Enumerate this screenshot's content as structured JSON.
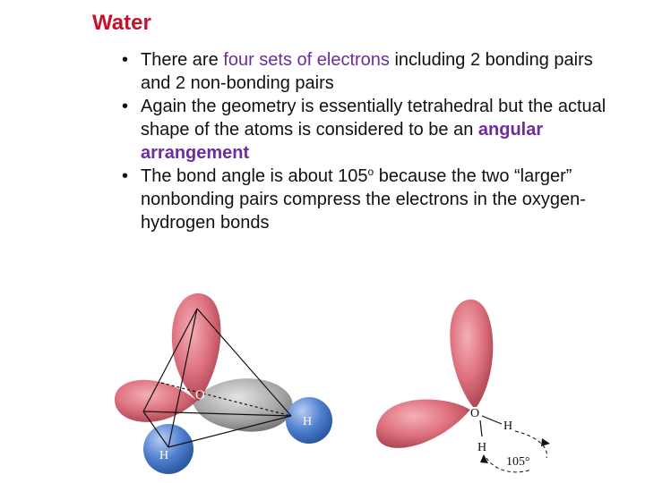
{
  "slide": {
    "title": "Water",
    "bullets": [
      {
        "marker": "•",
        "before": "There are ",
        "highlight": "four sets of electrons",
        "after": " including 2 bonding pairs and 2 non-bonding pairs"
      },
      {
        "marker": "•",
        "before": "Again the geometry is essentially tetrahedral but the actual shape of the atoms is considered to be an ",
        "highlight": "angular arrangement",
        "after": ""
      },
      {
        "marker": "•",
        "before": "The bond angle is about 105",
        "superscript": "o",
        "after": " because the two “larger” nonbonding pairs compress the electrons in the oxygen-hydrogen bonds"
      }
    ]
  },
  "diagram_left": {
    "oxygen_label": "O",
    "hydrogen_label_right": "H",
    "hydrogen_label_bottom": "H",
    "colors": {
      "lobe": "#d9606e",
      "gray_lobe": "#a8a8a8",
      "hydrogen": "#4f7fcf"
    }
  },
  "diagram_right": {
    "oxygen_label": "O",
    "hydrogen_label_top": "H",
    "hydrogen_label_bottom": "H",
    "angle_label": "105°",
    "colors": {
      "lobe": "#d9606e"
    }
  }
}
